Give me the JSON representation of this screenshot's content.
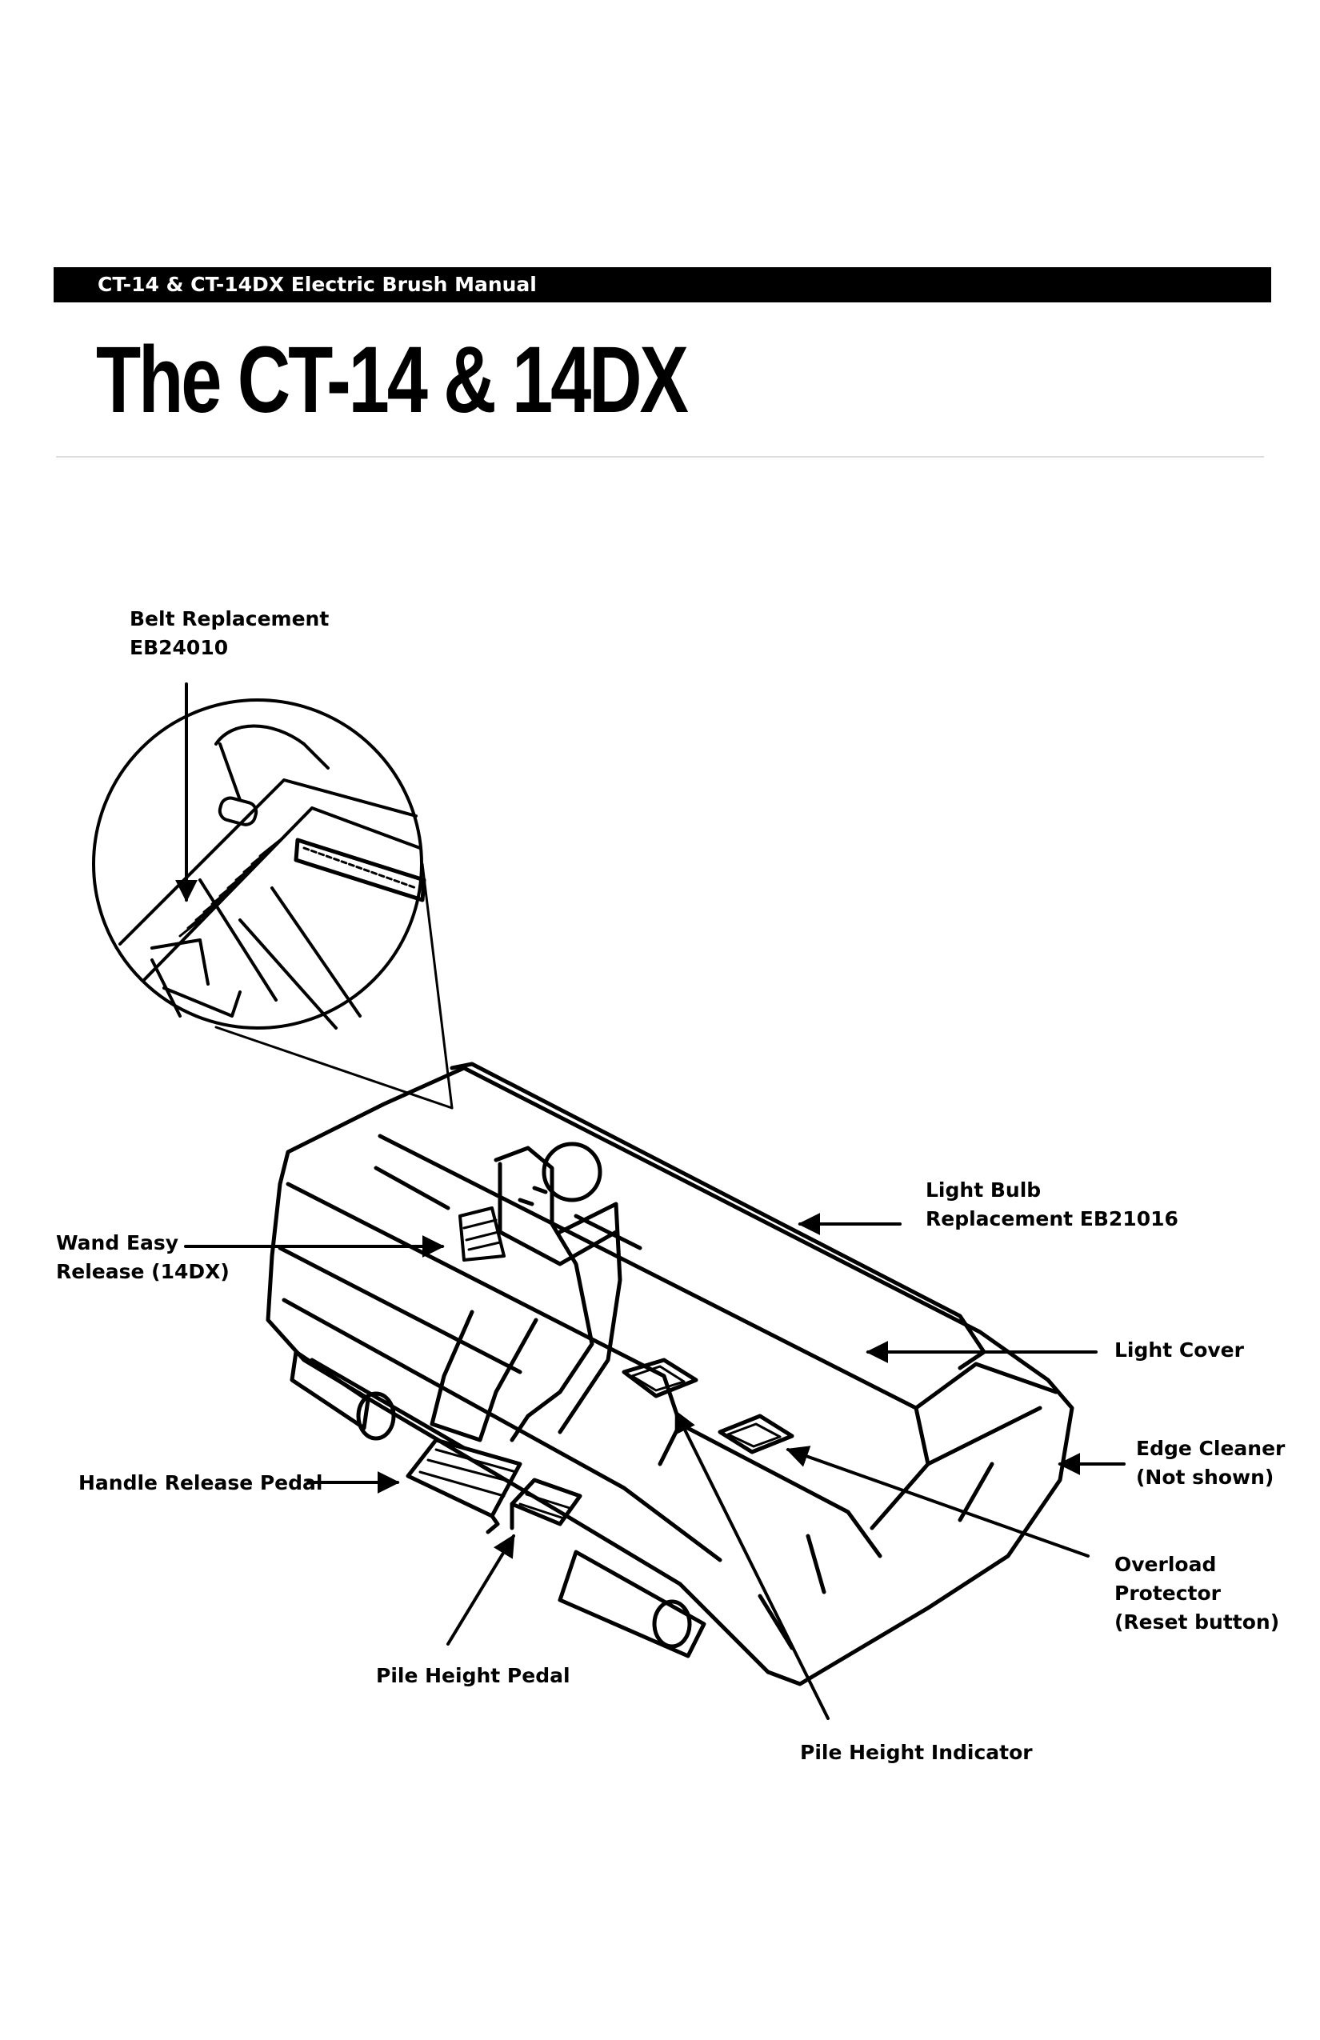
{
  "header": {
    "text": "CT-14 & CT-14DX Electric Brush Manual"
  },
  "page_title": "The CT-14 & 14DX",
  "callouts": {
    "belt_replacement": {
      "line1": "Belt Replacement",
      "line2": "EB24010"
    },
    "wand_easy_release": {
      "line1": "Wand Easy",
      "line2": "Release (14DX)"
    },
    "light_bulb": {
      "line1": "Light Bulb",
      "line2": "Replacement EB21016"
    },
    "light_cover": {
      "line1": "Light Cover"
    },
    "edge_cleaner": {
      "line1": "Edge Cleaner",
      "line2": "(Not shown)"
    },
    "handle_release_pedal": {
      "line1": "Handle Release Pedal"
    },
    "overload_protector": {
      "line1": "Overload",
      "line2": "Protector",
      "line3": "(Reset button)"
    },
    "pile_height_pedal": {
      "line1": "Pile Height Pedal"
    },
    "pile_height_indicator": {
      "line1": "Pile Height Indicator"
    }
  },
  "colors": {
    "ink": "#000000",
    "header_bg": "#000000",
    "header_text": "#ffffff",
    "rule": "#dcdcdc"
  }
}
